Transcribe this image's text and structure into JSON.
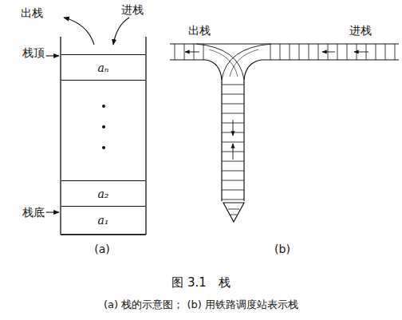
{
  "diagram": {
    "title": "图 3.1　栈",
    "caption": "(a) 栈的示意图； (b) 用铁路调度站表示栈",
    "nodes": [
      {
        "text": [
          "aₙ"
        ]
      },
      {
        "text": [
          "a₂"
        ]
      },
      {
        "text": [
          "a₁"
        ]
      }
    ],
    "labels": [
      "出栈",
      "进栈",
      "栈顶",
      "栈底",
      "(a)",
      "出栈",
      "进栈",
      "(b)"
    ]
  }
}
